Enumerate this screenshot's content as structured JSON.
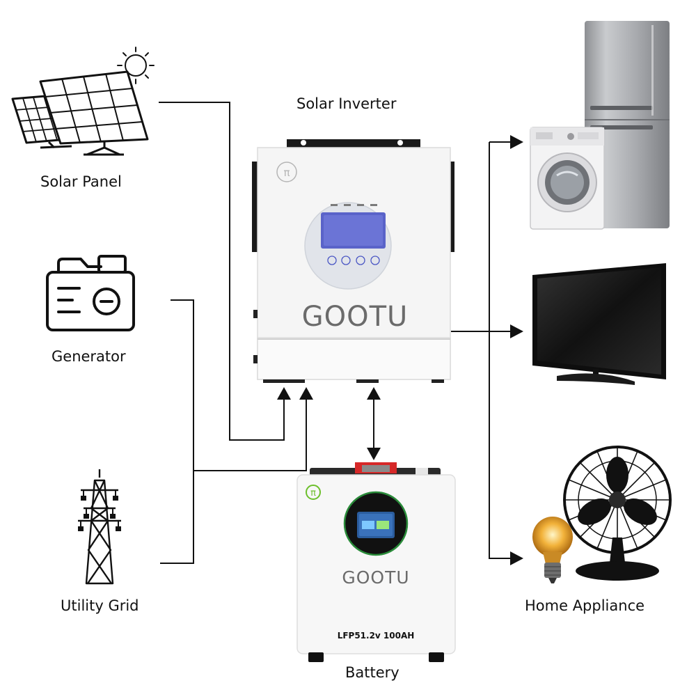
{
  "labels": {
    "solar_panel": "Solar Panel",
    "generator": "Generator",
    "utility_grid": "Utility Grid",
    "solar_inverter": "Solar Inverter",
    "battery": "Battery",
    "home_appliance": "Home Appliance"
  },
  "inverter": {
    "brand": "GOOTU"
  },
  "battery_unit": {
    "brand": "GOOTU",
    "model": "LFP51.2v 100AH"
  },
  "colors": {
    "line": "#111111",
    "brand_gray": "#6b6b6b",
    "brand_accent_yellow": "#f2b400",
    "brand_accent_green": "#6cbf2b",
    "screen_blue": "#5a63c9",
    "battery_ring_green": "#2a8c3a"
  }
}
